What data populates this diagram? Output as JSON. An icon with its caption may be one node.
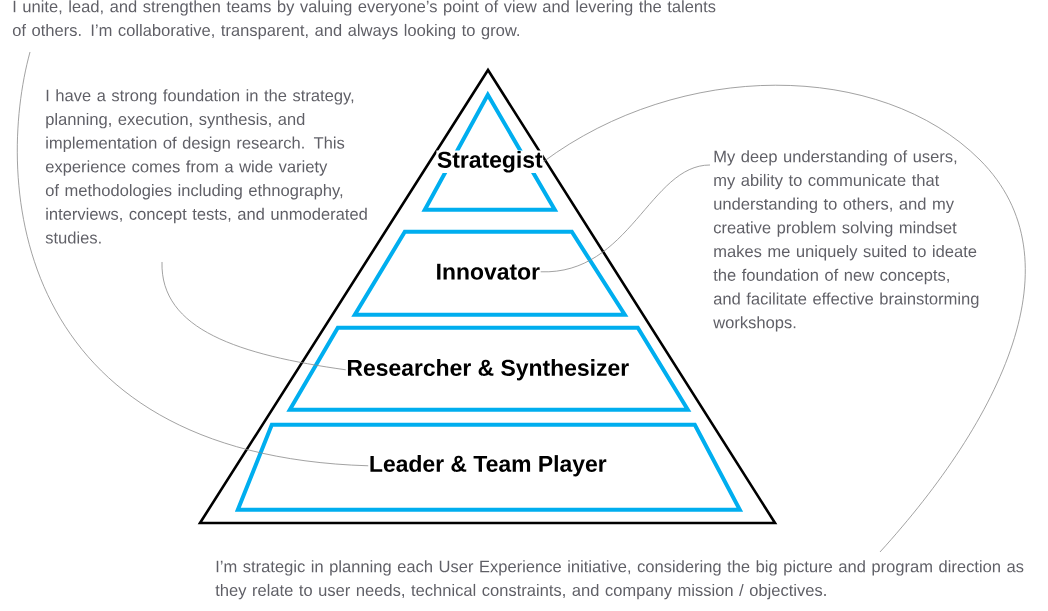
{
  "diagram": {
    "nodes": [
      {
        "text": [],
        "shape": "triangle"
      },
      {
        "text": [
          "Strategist"
        ],
        "in": 0
      },
      {
        "text": [
          "Innovator"
        ],
        "in": 0
      },
      {
        "text": [
          "Researcher & Synthesizer"
        ],
        "in": 0
      },
      {
        "text": [
          "Leader & Team Player"
        ],
        "in": 0
      },
      {
        "text": [
          "I unite, lead, and strengthen teams by valuing everyone’s point of view and levering the talents of others. I’m collaborative, transparent, and always looking to grow."
        ]
      },
      {
        "text": [
          "I have a strong foundation in the strategy, planning, execution, synthesis, and implementation of design research. This experience comes from a wide variety of methodologies including ethnography, interviews, concept tests, and unmoderated studies."
        ]
      },
      {
        "text": [
          "My deep understanding of users, my ability to communicate that understanding to others, and my creative problem solving mindset makes me uniquely suited to ideate the foundation of new concepts, and facilitate effective brainstorming workshops."
        ]
      },
      {
        "text": [
          "I’m strategic in planning each User Experience initiative, considering the big picture and program direction as they relate to user needs, technical constraints, and company mission / objectives."
        ]
      }
    ],
    "edges": [
      {
        "from": 5,
        "to": 4,
        "arrow": "none"
      },
      {
        "from": 6,
        "to": 3,
        "arrow": "none"
      },
      {
        "from": 7,
        "to": 2,
        "arrow": "none"
      },
      {
        "from": 8,
        "to": 1,
        "arrow": "none"
      }
    ]
  }
}
